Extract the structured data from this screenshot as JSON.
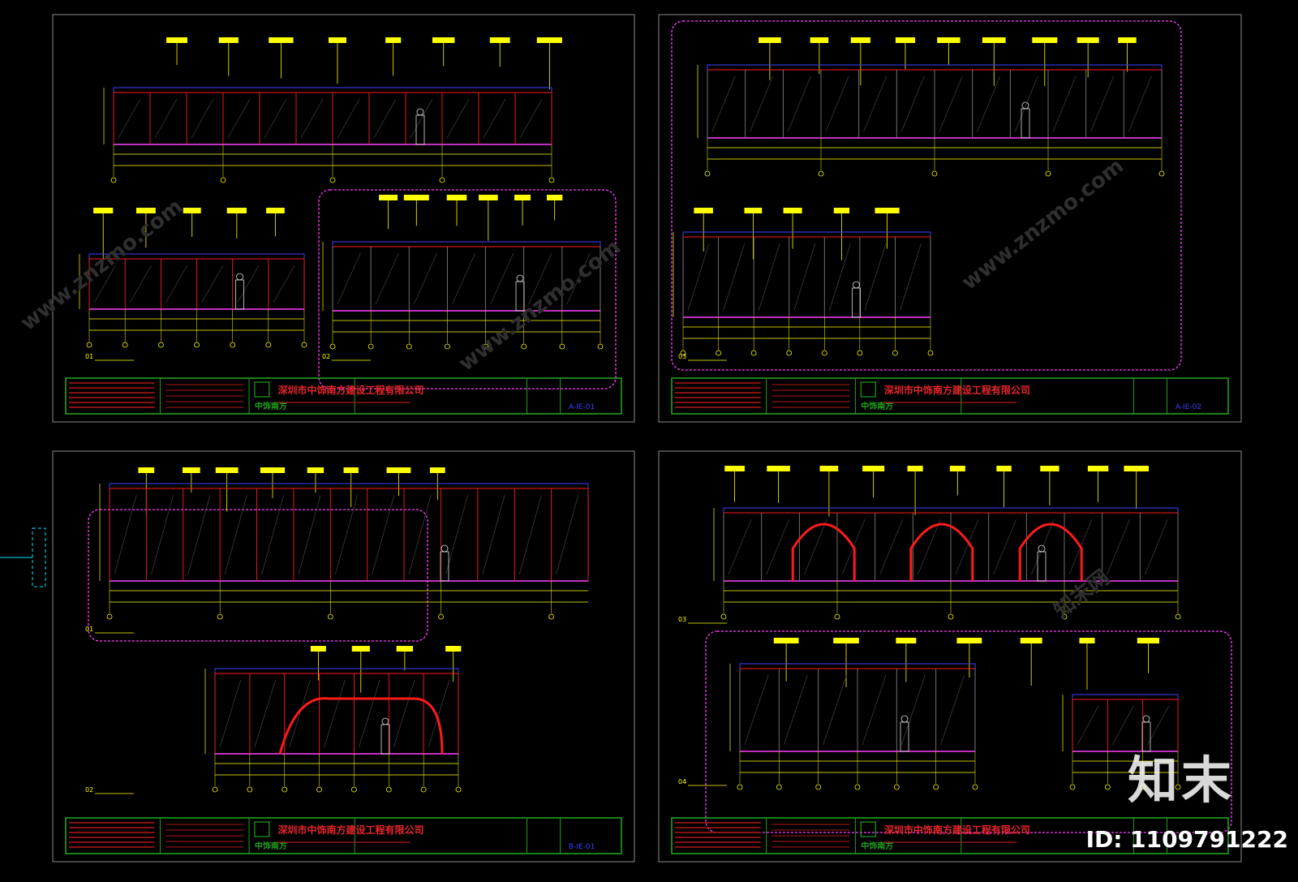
{
  "colors": {
    "background": "#000000",
    "frame": "#8a8a8a",
    "drawing_red": "#ff1a1a",
    "drawing_blue": "#3f3fff",
    "drawing_magenta": "#ff40ff",
    "label_yellow": "#ffff00",
    "label_cyan": "#00e5ff",
    "titleblock_green": "#1fa01f",
    "company_red": "#e8252a"
  },
  "sheets": [
    {
      "company": "深圳市中饰南方建设工程有限公司",
      "logo_text": "中饰南方",
      "sheet_no": "A-IE-01",
      "view_1": "01",
      "view_2": "02"
    },
    {
      "company": "深圳市中饰南方建设工程有限公司",
      "logo_text": "中饰南方",
      "sheet_no": "A-IE-02",
      "view_1": "03"
    },
    {
      "company": "深圳市中饰南方建设工程有限公司",
      "logo_text": "中饰南方",
      "sheet_no": "B-IE-01",
      "view_1": "01",
      "view_2": "02"
    },
    {
      "company": "深圳市中饰南方建设工程有限公司",
      "logo_text": "中饰南方",
      "sheet_no": "",
      "view_1": "03",
      "view_2": "04"
    }
  ],
  "watermark": {
    "logo": "知末",
    "id": "ID: 1109791222",
    "site": "www.znzmo.com",
    "site_cn": "知末网"
  }
}
